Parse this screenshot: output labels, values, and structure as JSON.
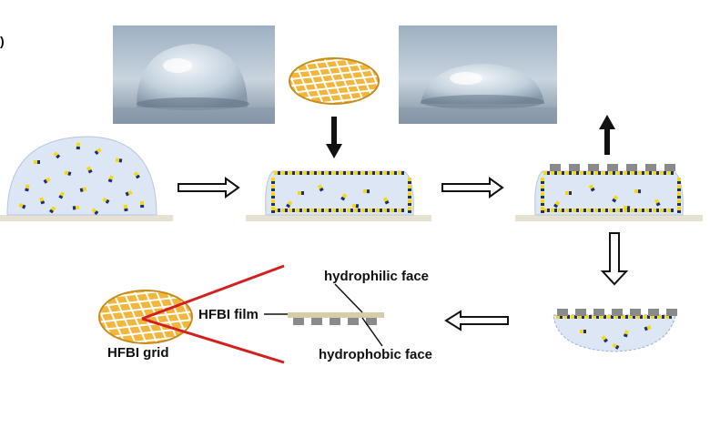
{
  "labels": {
    "grid": "HFBI grid",
    "film": "HFBI film",
    "hydrophilic": "hydrophilic face",
    "hydrophobic": "hydrophobic face"
  },
  "colors": {
    "droplet": "#dde6f5",
    "droplet_edge": "#b9c6e0",
    "substrate": "#e6e2d2",
    "grid_fill": "#f2b63c",
    "grid_line": "#ffffff",
    "protein_yellow": "#f5d90a",
    "protein_blue": "#1c2d7a",
    "protein_gray": "#8a8a8a",
    "film": "#d7ccaa",
    "pointer_red": "#d41f1f"
  },
  "icons": [
    "arrow-right-hollow-icon",
    "arrow-down-hollow-icon",
    "arrow-left-hollow-icon",
    "arrow-down-solid-icon",
    "arrow-up-solid-icon"
  ]
}
